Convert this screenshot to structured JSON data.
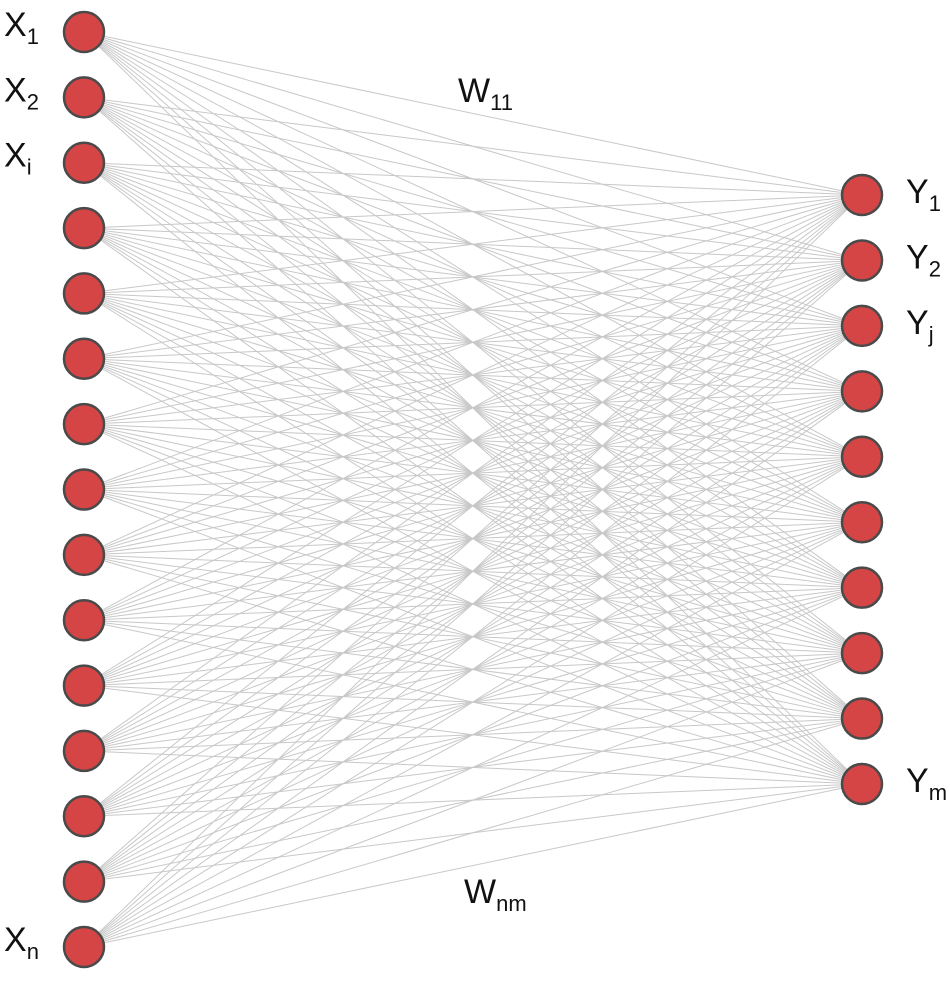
{
  "diagram": {
    "type": "fully-connected-network",
    "input_layer": {
      "node_count": 15,
      "labels": [
        {
          "node": 0,
          "base": "X",
          "sub": "1"
        },
        {
          "node": 1,
          "base": "X",
          "sub": "2"
        },
        {
          "node": 2,
          "base": "X",
          "sub": "i"
        },
        {
          "node": 14,
          "base": "X",
          "sub": "n"
        }
      ]
    },
    "output_layer": {
      "node_count": 10,
      "labels": [
        {
          "node": 0,
          "base": "Y",
          "sub": "1"
        },
        {
          "node": 1,
          "base": "Y",
          "sub": "2"
        },
        {
          "node": 2,
          "base": "Y",
          "sub": "j"
        },
        {
          "node": 9,
          "base": "Y",
          "sub": "m"
        }
      ]
    },
    "weight_labels": [
      {
        "id": "top",
        "base": "W",
        "sub": "11"
      },
      {
        "id": "bottom",
        "base": "W",
        "sub": "nm"
      }
    ],
    "colors": {
      "node_fill": "#d64545",
      "node_stroke": "#4a4a4a",
      "edge": "#c8c8c8"
    }
  }
}
